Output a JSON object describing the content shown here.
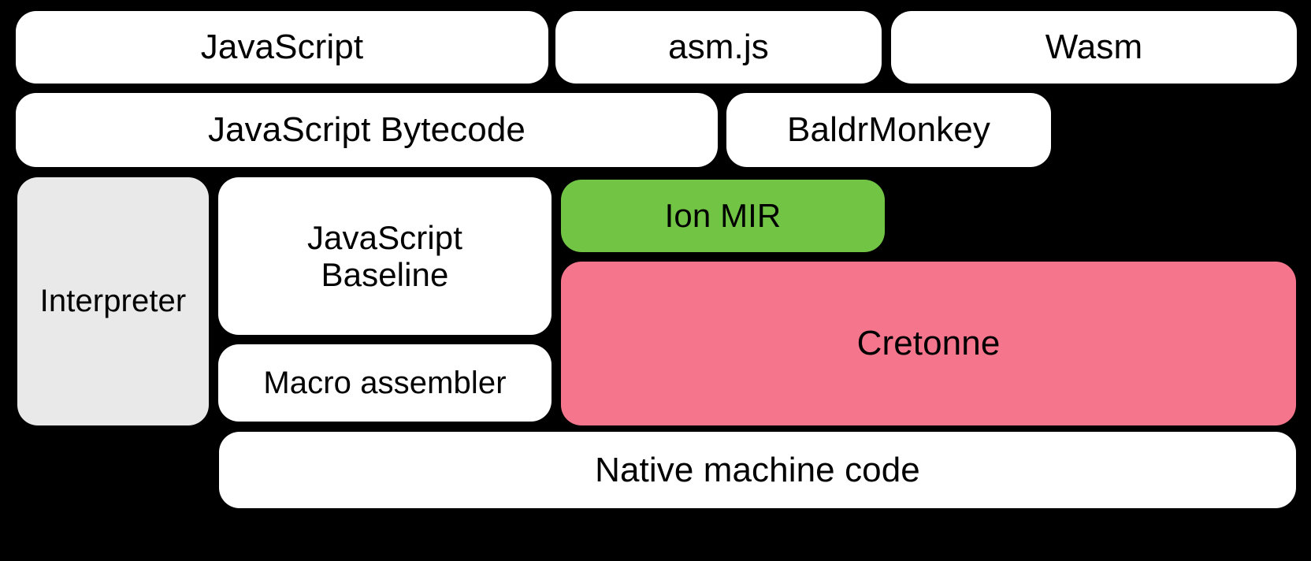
{
  "diagram": {
    "title": "SpiderMonkey compilation pipeline",
    "background_color": "#000000",
    "colors": {
      "white": "#FFFFFF",
      "grey": "#E9E9E9",
      "green": "#71C444",
      "pink": "#F5758D",
      "text": "#000000"
    },
    "nodes": {
      "javascript": {
        "label": "JavaScript",
        "fill": "#FFFFFF",
        "row": 1
      },
      "asmjs": {
        "label": "asm.js",
        "fill": "#FFFFFF",
        "row": 1
      },
      "wasm": {
        "label": "Wasm",
        "fill": "#FFFFFF",
        "row": 1
      },
      "js_bytecode": {
        "label": "JavaScript Bytecode",
        "fill": "#FFFFFF",
        "row": 2
      },
      "baldrmonkey": {
        "label": "BaldrMonkey",
        "fill": "#FFFFFF",
        "row": 2
      },
      "interpreter": {
        "label": "Interpreter",
        "fill": "#E9E9E9",
        "row": 3
      },
      "js_baseline": {
        "label": "JavaScript\nBaseline",
        "fill": "#FFFFFF",
        "row": 3
      },
      "macro_assembler": {
        "label": "Macro assembler",
        "fill": "#FFFFFF",
        "row": 4
      },
      "ion_mir": {
        "label": "Ion MIR",
        "fill": "#71C444",
        "row": 3
      },
      "cretonne": {
        "label": "Cretonne",
        "fill": "#F5758D",
        "row": 4
      },
      "native_machine_code": {
        "label": "Native machine code",
        "fill": "#FFFFFF",
        "row": 5
      }
    }
  }
}
